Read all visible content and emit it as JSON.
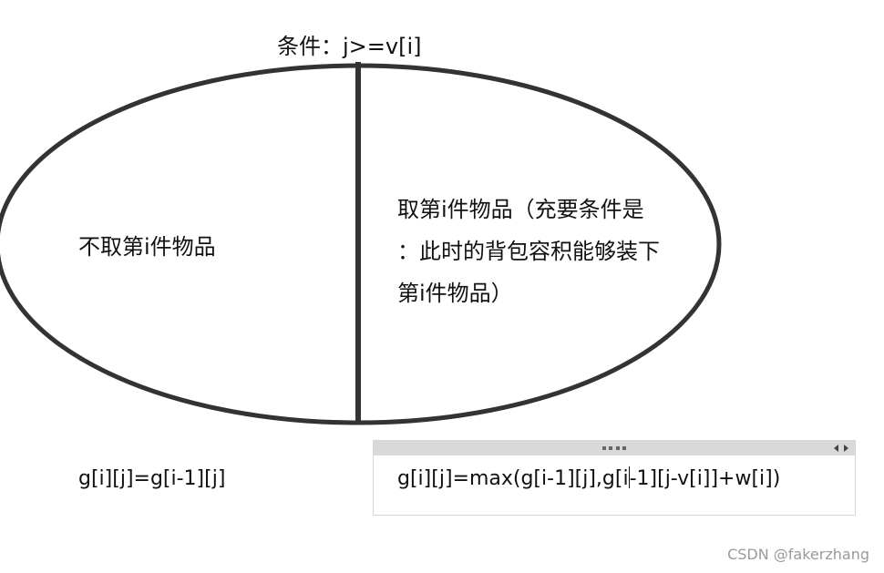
{
  "condition": "条件：j>=v[i]",
  "left": {
    "label": "不取第i件物品",
    "formula": "g[i][j]=g[i-1][j]"
  },
  "right": {
    "label_lines": [
      "取第i件物品（充要条件是",
      "：此时的背包容积能够装下",
      "第i件物品）"
    ],
    "formula_before_caret": "g[i][j]=max(g[i-1][j],g[i",
    "formula_after_caret": "-1][j-v[i]]+w[i])"
  },
  "editor": {
    "handle_icon": "drag-handle-icon",
    "arrows_icon": "left-right-arrows-icon"
  },
  "watermark": "CSDN @fakerzhang",
  "colors": {
    "stroke": "#333333",
    "text": "#111111",
    "toolbar": "#d9d9d9",
    "watermark": "#9a9a9a"
  }
}
